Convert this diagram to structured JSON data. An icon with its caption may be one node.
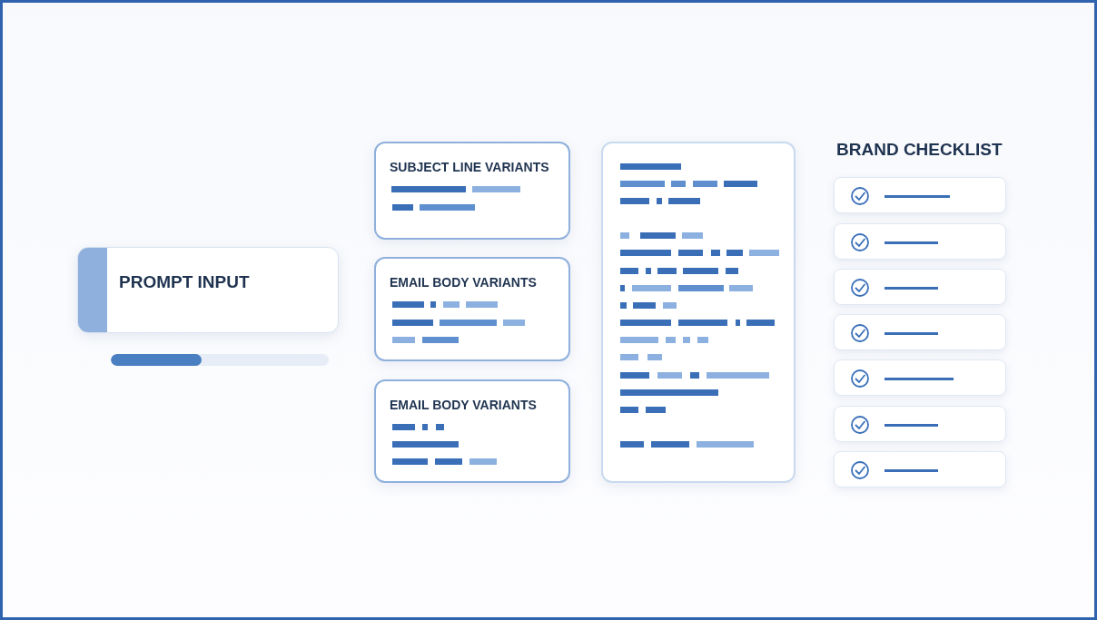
{
  "diagram": {
    "nodes": [
      {
        "text": [
          "PROMPT INPUT"
        ]
      },
      {
        "text": [
          "SUBJECT LINE VARIANTS"
        ]
      },
      {
        "text": [
          "EMAIL BODY VARIANTS"
        ]
      },
      {
        "text": [
          "EMAIL BODY VARIANTS"
        ]
      },
      {
        "text": [],
        "shape": "box"
      },
      {
        "text": [],
        "shape": "box"
      },
      {
        "text": [],
        "shape": "box"
      },
      {
        "text": [],
        "shape": "box"
      },
      {
        "text": [],
        "shape": "box"
      },
      {
        "text": [],
        "shape": "box"
      },
      {
        "text": [],
        "shape": "box"
      },
      {
        "text": [],
        "shape": "box"
      }
    ],
    "labels": [
      "BRAND CHECKLIST"
    ]
  }
}
